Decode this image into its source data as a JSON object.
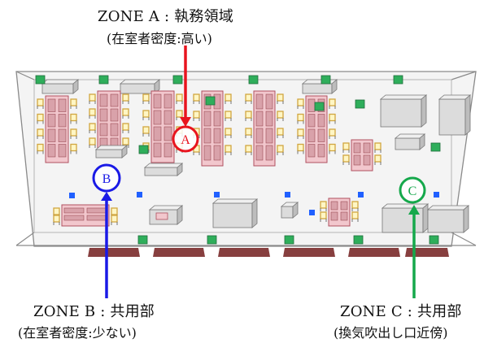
{
  "zones": [
    {
      "id": "A",
      "marker": "A",
      "color": "#e8141e",
      "title": "ZONE A : 執務領域",
      "subtitle": "(在室者密度:高い)"
    },
    {
      "id": "B",
      "marker": "B",
      "color": "#1a1ae6",
      "title": "ZONE B : 共用部",
      "subtitle": "(在室者密度:少ない)"
    },
    {
      "id": "C",
      "marker": "C",
      "color": "#15a84b",
      "title": "ZONE C : 共用部",
      "subtitle": "(換気吹出し口近傍)"
    }
  ],
  "colors": {
    "wall": "#8a8a8a",
    "floor": "#f4f4f4",
    "desk": "#f2c7cd",
    "person": "#d9a2aa",
    "chair": "#d1a640",
    "chair_seat": "#fff6c4",
    "green_vent": "#2fae5b",
    "blue_vent": "#2060ff",
    "floor_strip": "#7a2a2a",
    "cabinet": "#dcdcdc"
  }
}
